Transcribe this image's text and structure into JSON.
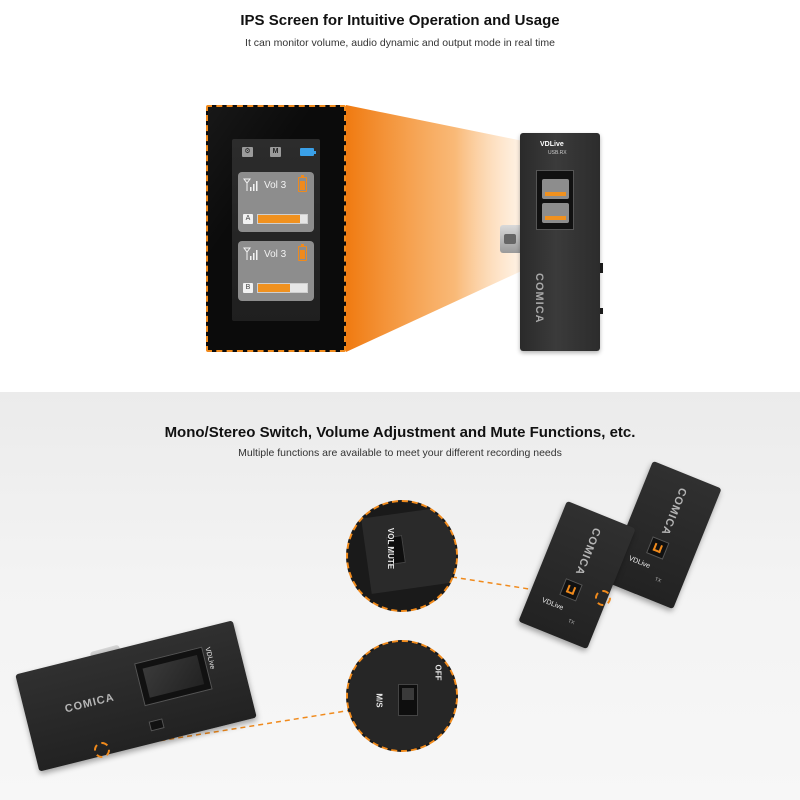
{
  "section_top": {
    "heading": "IPS Screen for Intuitive Operation and Usage",
    "subheading": "It can monitor volume, audio dynamic and output mode in real time"
  },
  "section_bottom": {
    "heading": "Mono/Stereo Switch, Volume Adjustment and Mute Functions, etc.",
    "subheading": "Multiple functions are available to meet your different recording needs"
  },
  "screen": {
    "mode_icon": "M",
    "channels": [
      {
        "vol_label": "Vol 3",
        "letter": "A",
        "level": 0.85,
        "battery": 0.7
      },
      {
        "vol_label": "Vol 3",
        "letter": "B",
        "level": 0.65,
        "battery": 0.7
      }
    ]
  },
  "receiver": {
    "model_label": "VDLive",
    "sub_label": "USB.RX",
    "brand": "COMICA"
  },
  "transmitter": {
    "model_label": "VDLive",
    "sub_label": "TX",
    "brand": "COMICA"
  },
  "zoom_labels": {
    "vol_mute": "VOL MUTE",
    "off": "OFF",
    "ms": "M/S"
  },
  "colors": {
    "accent": "#f08a1c",
    "screen_bg": "#1f1f1f",
    "battery_top": "#3aa0e8"
  }
}
